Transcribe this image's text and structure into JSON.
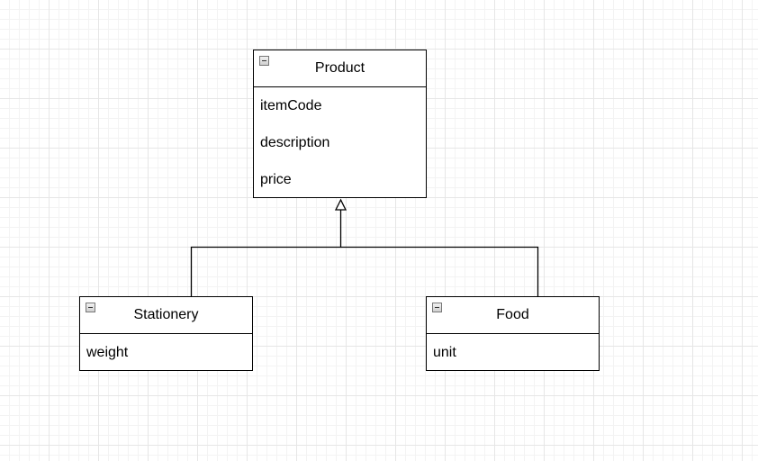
{
  "diagram": {
    "classes": {
      "product": {
        "name": "Product",
        "attributes": [
          "itemCode",
          "description",
          "price"
        ]
      },
      "stationery": {
        "name": "Stationery",
        "attributes": [
          "weight"
        ]
      },
      "food": {
        "name": "Food",
        "attributes": [
          "unit"
        ]
      }
    },
    "relationships": [
      {
        "type": "generalization",
        "from": "Stationery",
        "to": "Product"
      },
      {
        "type": "generalization",
        "from": "Food",
        "to": "Product"
      }
    ]
  },
  "icons": {
    "collapse": "minus-square-icon"
  }
}
